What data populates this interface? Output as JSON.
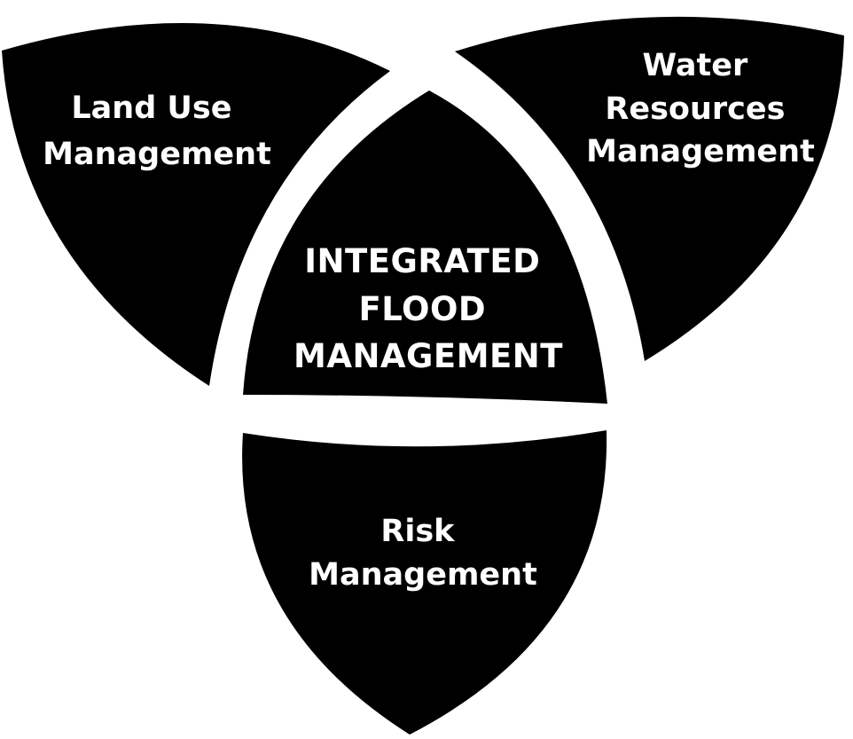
{
  "diagram": {
    "center": {
      "lines": [
        "INTEGRATED",
        "FLOOD",
        "MANAGEMENT"
      ]
    },
    "petals": {
      "land_use": {
        "lines": [
          "Land Use",
          "Management"
        ]
      },
      "water_resources": {
        "lines": [
          "Water",
          "Resources",
          "Management"
        ]
      },
      "risk": {
        "lines": [
          "Risk",
          "Management"
        ]
      }
    },
    "colors": {
      "segment_fill": "#000000",
      "text": "#ffffff",
      "background": "#ffffff"
    }
  }
}
